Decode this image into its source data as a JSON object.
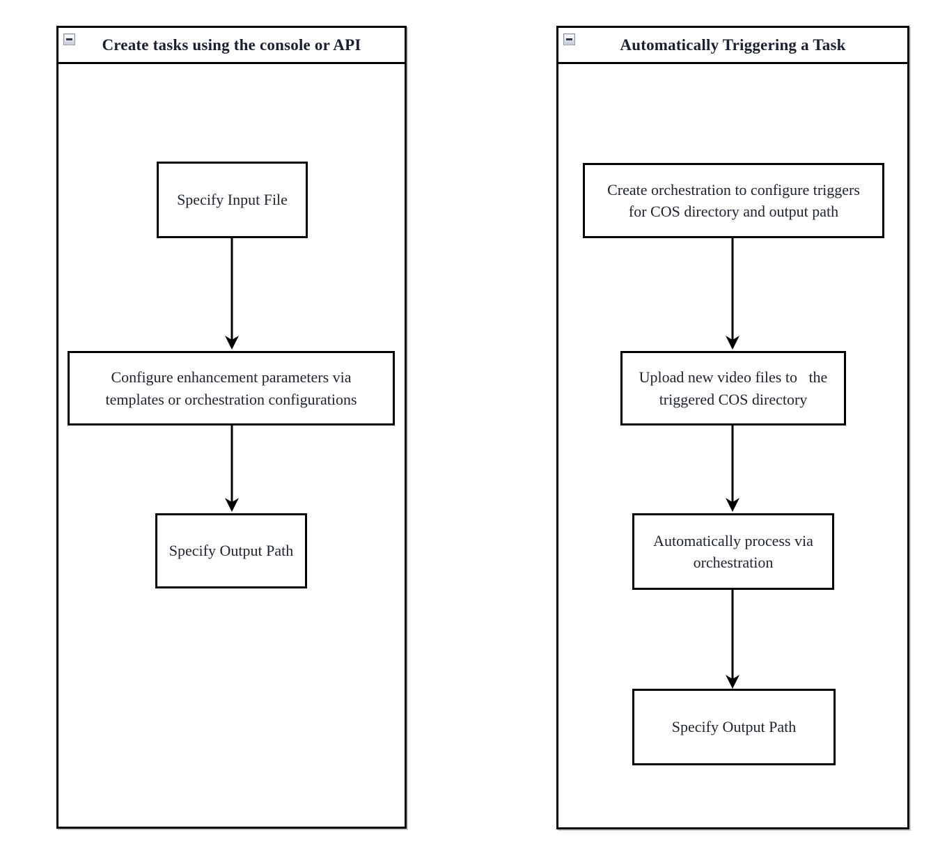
{
  "page": {
    "background": "#ffffff"
  },
  "colors": {
    "panel_border": "#000000",
    "node_border": "#000000",
    "title_text": "#1a2030",
    "node_text": "#1d222e",
    "arrow": "#000000",
    "collapse_button_border": "#8d95a5"
  },
  "panels": [
    {
      "title": "Create tasks using the console or API",
      "collapse_icon": "minus-box-icon",
      "nodes": [
        {
          "label": [
            "Specify Input File"
          ]
        },
        {
          "label": [
            "Configure enhancement parameters via",
            "templates or orchestration configurations"
          ]
        },
        {
          "label": [
            "Specify Output Path"
          ]
        }
      ]
    },
    {
      "title": "Automatically Triggering a Task",
      "collapse_icon": "minus-box-icon",
      "nodes": [
        {
          "label": [
            "Create orchestration to configure triggers",
            "for COS directory and output path"
          ]
        },
        {
          "label": [
            "Upload new video files to   the",
            "triggered COS directory"
          ]
        },
        {
          "label": [
            "Automatically process via",
            "orchestration"
          ]
        },
        {
          "label": [
            "Specify Output Path"
          ]
        }
      ]
    }
  ]
}
